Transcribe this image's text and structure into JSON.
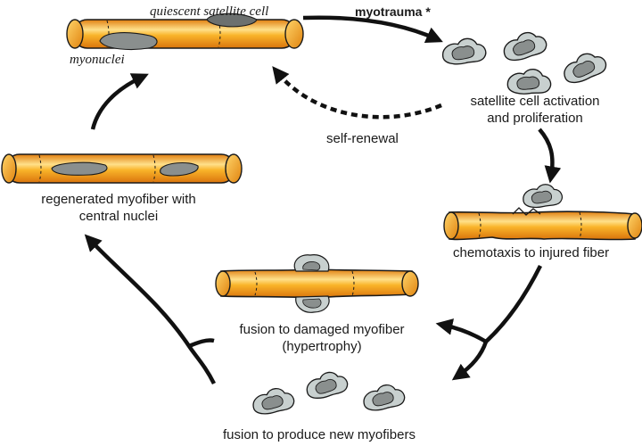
{
  "labels": {
    "quiescent": "quiescent satellite cell",
    "myonuclei": "myonuclei",
    "myotrauma": "myotrauma *",
    "activation_line1": "satellite cell activation",
    "activation_line2": "and proliferation",
    "self_renewal": "self-renewal",
    "chemotaxis": "chemotaxis to injured fiber",
    "fusion_damaged_line1": "fusion to damaged myofiber",
    "fusion_damaged_line2": "(hypertrophy)",
    "fusion_new": "fusion to produce new myofibers",
    "regenerated_line1": "regenerated myofiber with",
    "regenerated_line2": "central nuclei"
  },
  "colors": {
    "fiber": "#f7a81b",
    "fiber_highlight": "#ffe08a",
    "fiber_end": "#e8891a",
    "cell_fill": "#c8d0cf",
    "nucleus_fill": "#8a8f8e",
    "outline": "#1a1a1a"
  }
}
